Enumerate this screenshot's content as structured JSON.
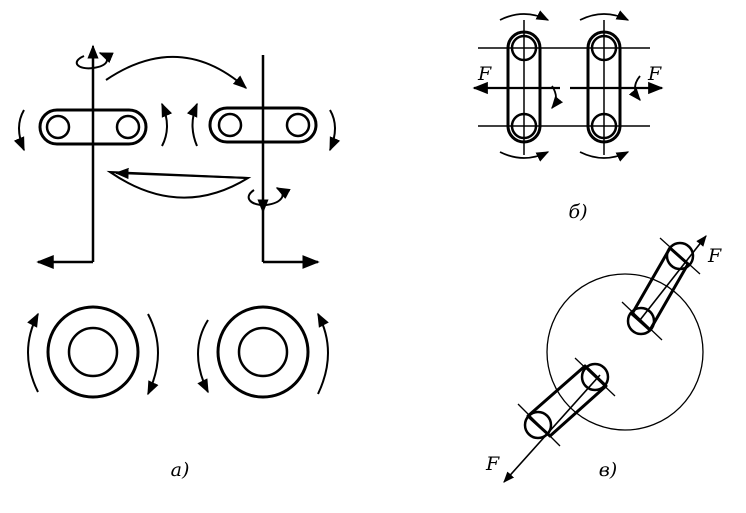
{
  "panels": {
    "a": {
      "caption": "а)"
    },
    "b": {
      "caption": "б)",
      "force_left": "F",
      "force_right": "F"
    },
    "c": {
      "caption": "в)",
      "force_top": "F",
      "force_bottom": "F"
    }
  }
}
